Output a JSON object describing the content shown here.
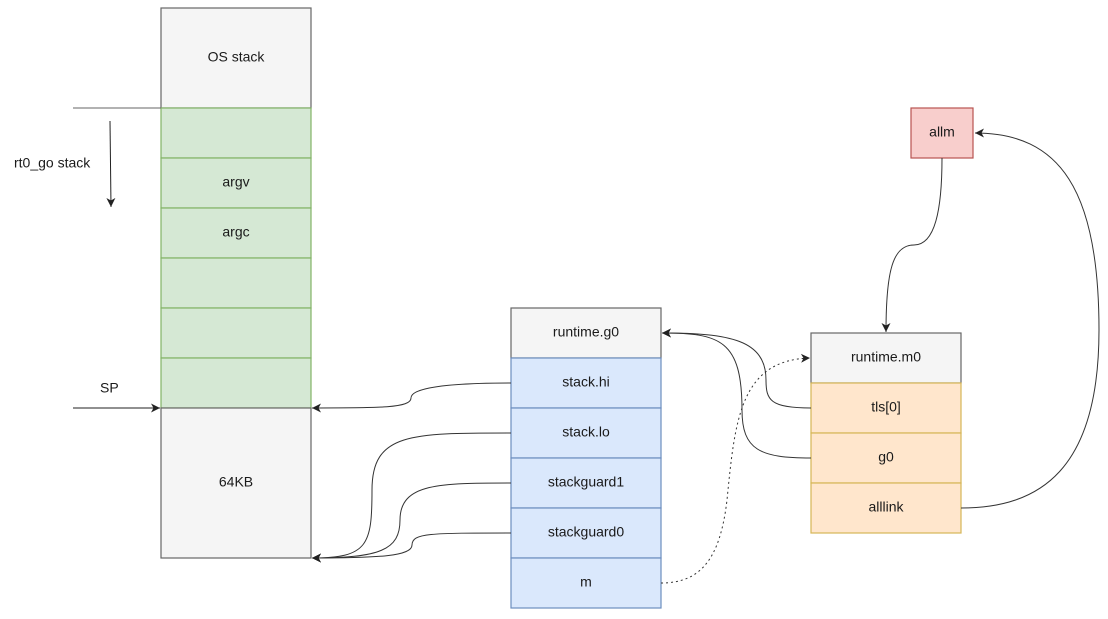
{
  "os_stack": {
    "label": "OS stack",
    "fill": "#f5f5f5",
    "stroke": "#666666"
  },
  "rt0_stack": {
    "label": "rt0_go stack",
    "fill": "#d5e8d4",
    "stroke": "#82b366",
    "cells": [
      "",
      "argv",
      "argc",
      "",
      "",
      ""
    ]
  },
  "sp_label": "SP",
  "heap64": {
    "label": "64KB",
    "fill": "#f5f5f5",
    "stroke": "#666666"
  },
  "g0": {
    "title": "runtime.g0",
    "title_fill": "#f5f5f5",
    "title_stroke": "#666666",
    "fill": "#dae8fc",
    "stroke": "#6c8ebf",
    "fields": [
      "stack.hi",
      "stack.lo",
      "stackguard1",
      "stackguard0",
      "m"
    ]
  },
  "m0": {
    "title": "runtime.m0",
    "title_fill": "#f5f5f5",
    "title_stroke": "#666666",
    "fill": "#ffe6cc",
    "stroke": "#d6b656",
    "fields": [
      "tls[0]",
      "g0",
      "alllink"
    ]
  },
  "allm": {
    "label": "allm",
    "fill": "#f8cecc",
    "stroke": "#b85450"
  },
  "line_color": "#333333"
}
